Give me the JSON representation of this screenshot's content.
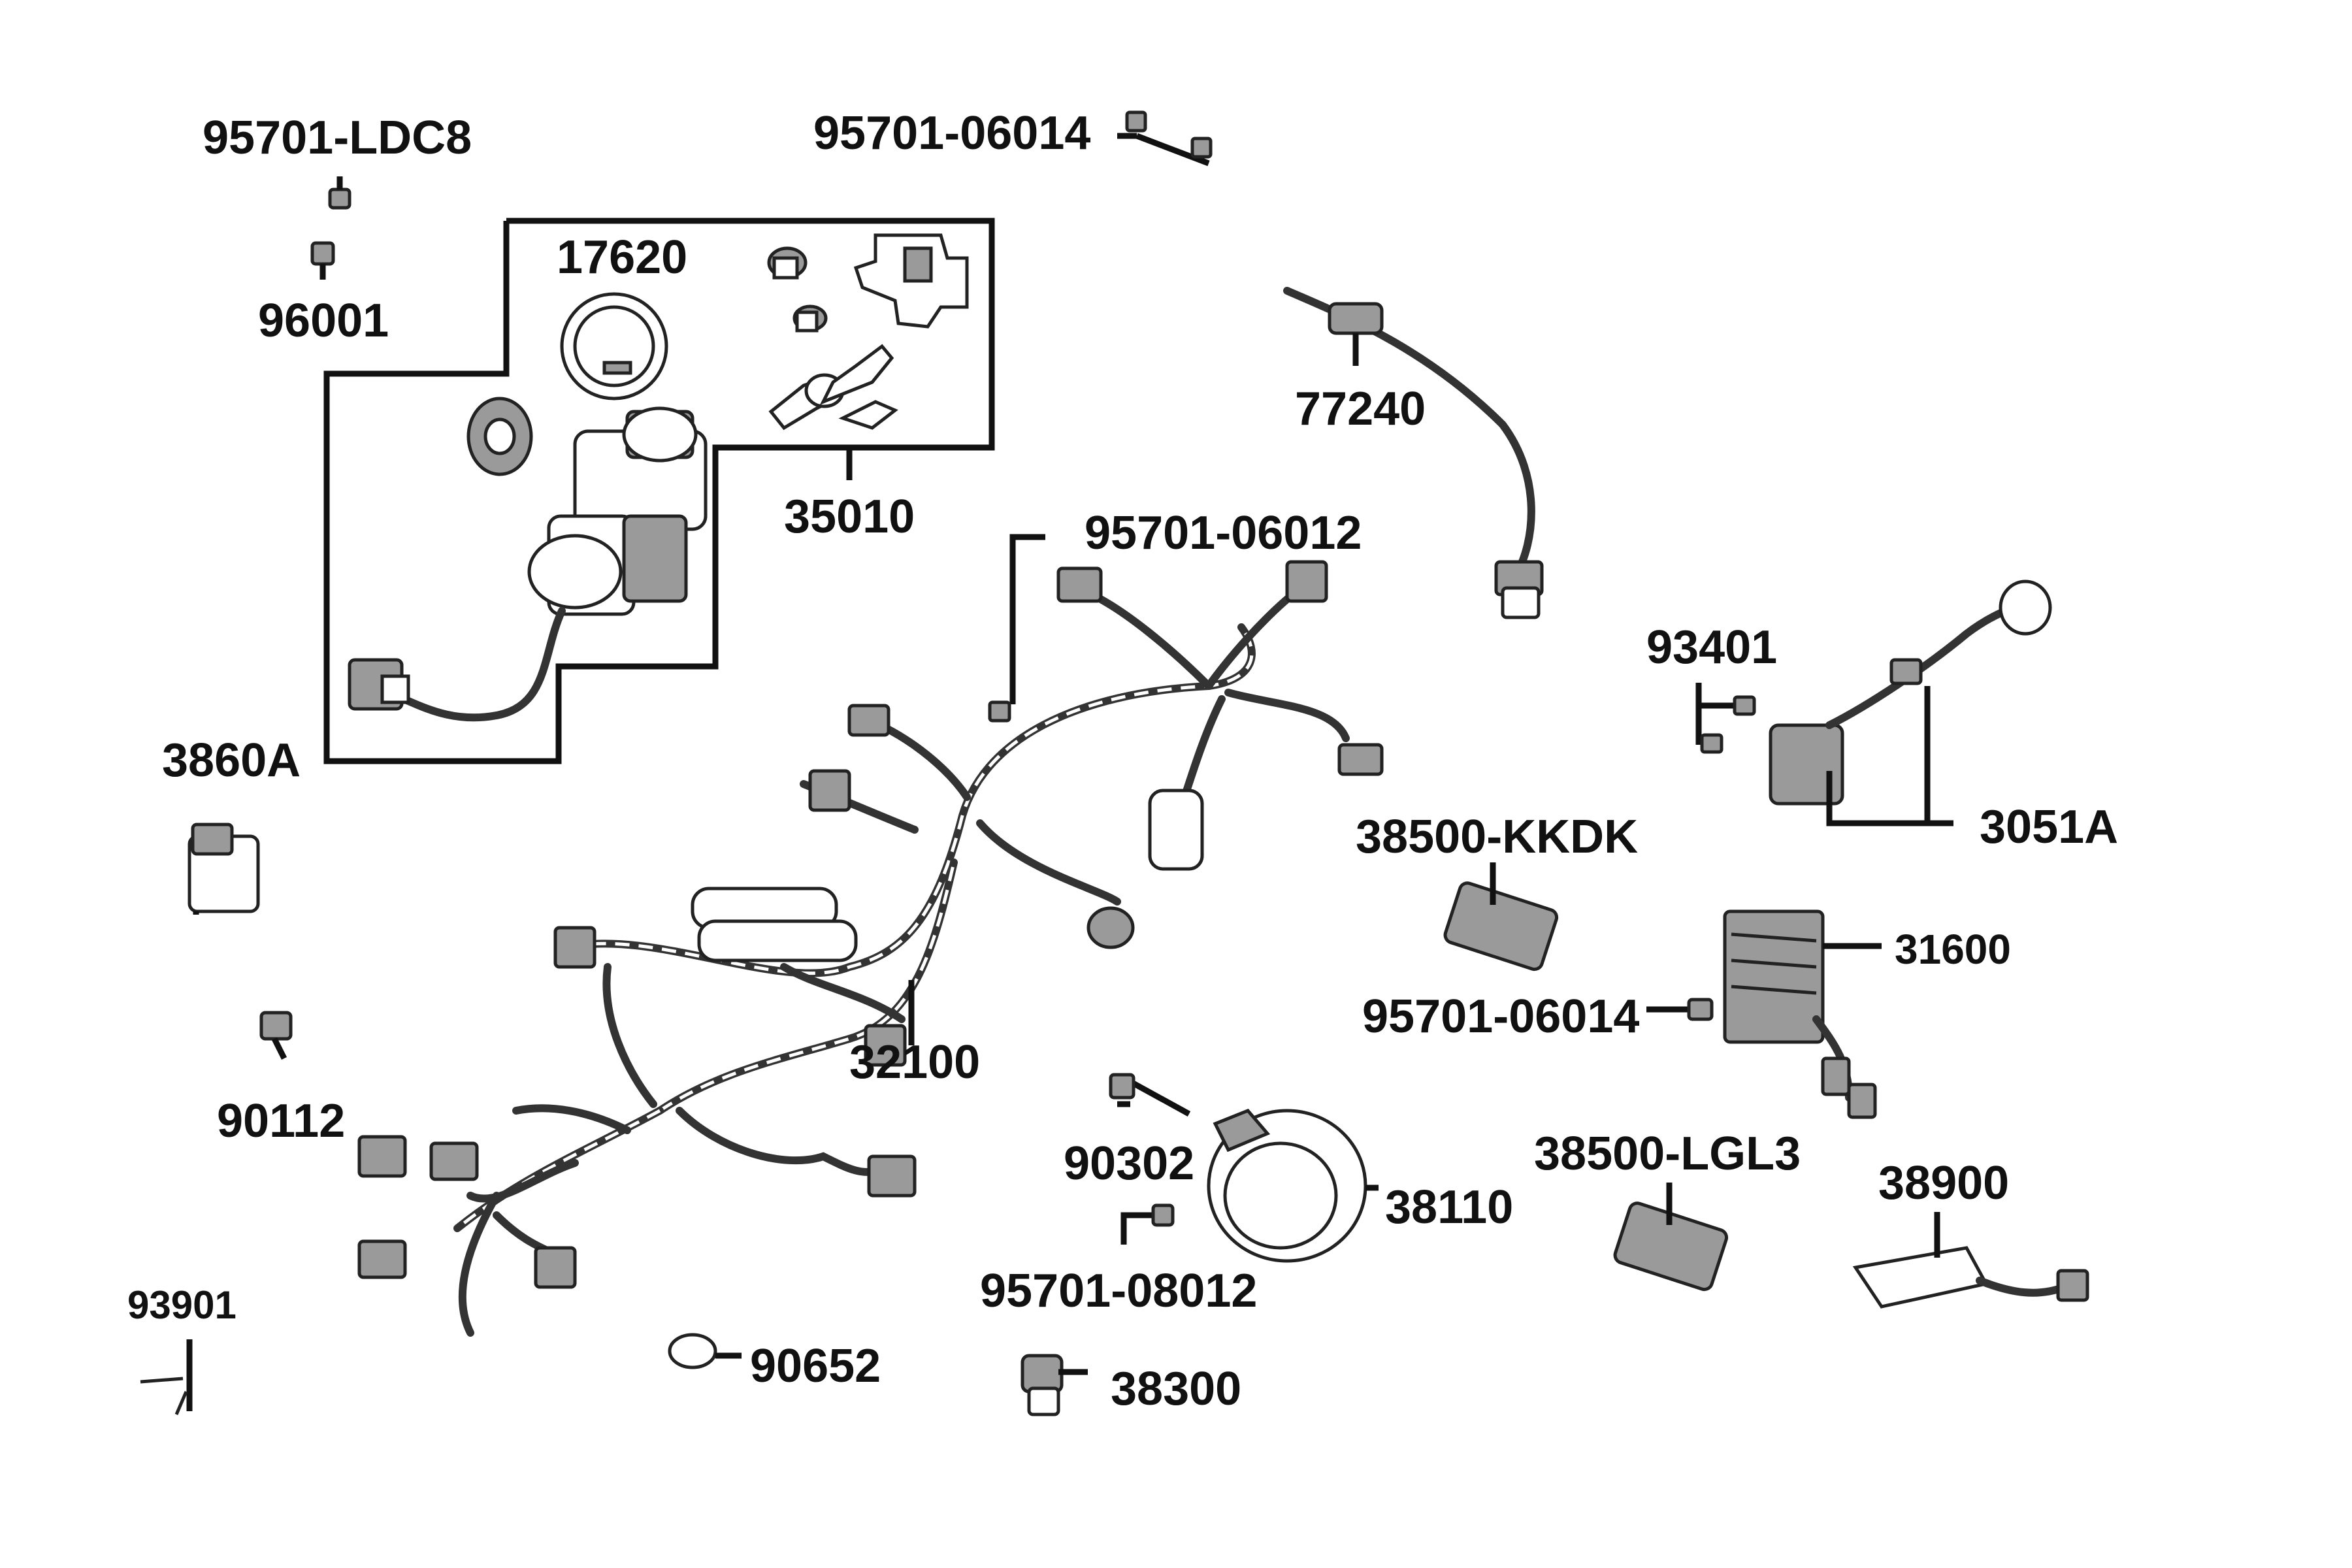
{
  "parts": {
    "p95701_ldc8": "95701-LDC8",
    "p96001": "96001",
    "p17620": "17620",
    "p35010": "35010",
    "p95701_06014_top": "95701-06014",
    "p77240": "77240",
    "p95701_06012": "95701-06012",
    "p93401": "93401",
    "p3051a": "3051A",
    "p3860a": "3860A",
    "p38500_kkdk": "38500-KKDK",
    "p31600": "31600",
    "p95701_06014_mid": "95701-06014",
    "p32100": "32100",
    "p90112": "90112",
    "p90302": "90302",
    "p38110": "38110",
    "p38500_lgl3": "38500-LGL3",
    "p38900": "38900",
    "p95701_08012": "95701-08012",
    "p93901": "93901",
    "p90652": "90652",
    "p38300": "38300"
  }
}
